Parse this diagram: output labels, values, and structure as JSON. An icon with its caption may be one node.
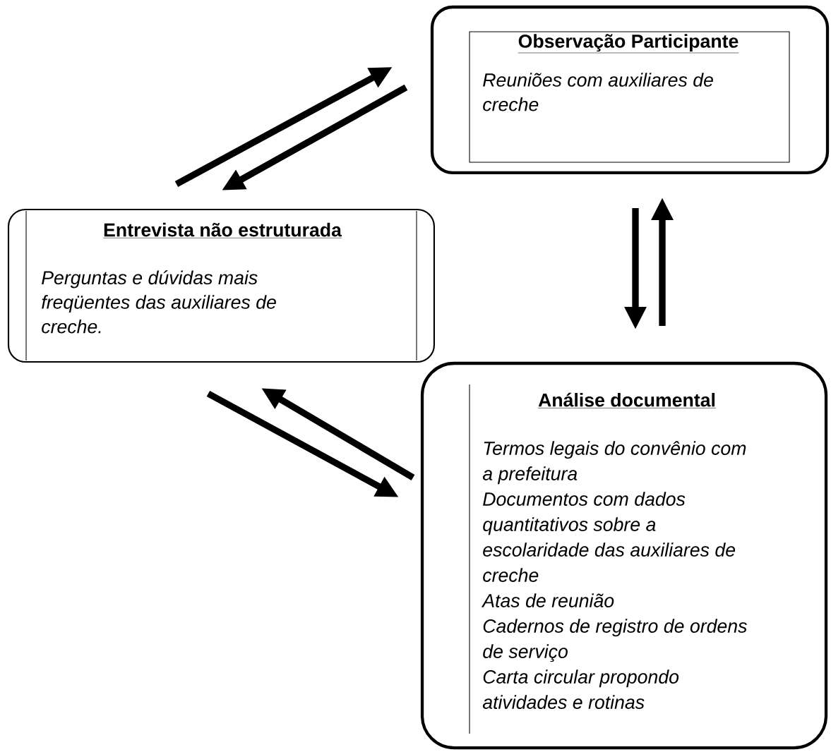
{
  "diagram": {
    "nodes": [
      {
        "text": [
          "Observação Participante",
          "Reuniões com auxiliares de creche"
        ]
      },
      {
        "text": [
          "Entrevista não estruturada",
          "Perguntas e dúvidas mais freqüentes das auxiliares de creche."
        ]
      },
      {
        "text": [
          "Análise documental",
          "Termos legais do convênio com a prefeitura",
          "Documentos com dados quantitativos sobre a escolaridade das auxiliares de creche",
          "Atas de reunião",
          "Cadernos de registro de ordens de serviço",
          "Carta circular propondo atividades e rotinas"
        ]
      }
    ],
    "edges": [
      {
        "from": 1,
        "to": 0,
        "arrow": "to"
      },
      {
        "from": 0,
        "to": 1,
        "arrow": "to"
      },
      {
        "from": 0,
        "to": 2,
        "arrow": "to"
      },
      {
        "from": 2,
        "to": 0,
        "arrow": "to"
      },
      {
        "from": 2,
        "to": 1,
        "arrow": "to"
      },
      {
        "from": 1,
        "to": 2,
        "arrow": "to"
      }
    ]
  }
}
